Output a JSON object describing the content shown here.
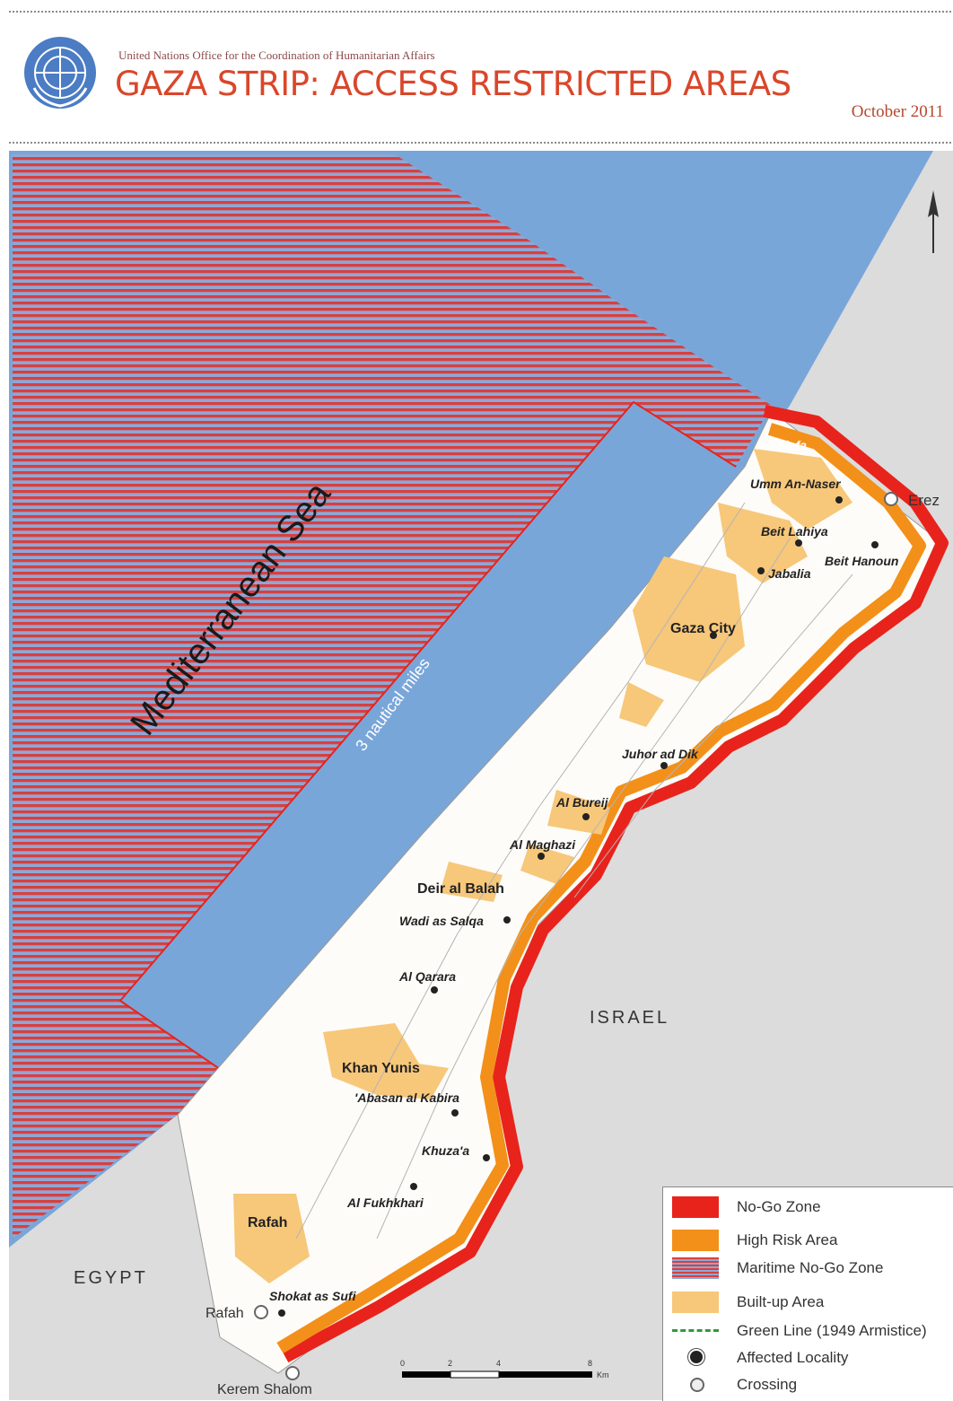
{
  "header": {
    "org": "United Nations Office for the Coordination of Humanitarian Affairs",
    "title": "GAZA STRIP: ACCESS RESTRICTED AREAS",
    "date": "October 2011"
  },
  "map": {
    "sea_label": "Mediterranean Sea",
    "nautical_label": "3 nautical miles",
    "countries": {
      "israel": "ISRAEL",
      "egypt": "EGYPT"
    },
    "crossings": {
      "erez": "Erez",
      "rafah": "Rafah",
      "kerem_shalom": "Kerem Shalom"
    },
    "localities": {
      "as_siafa": "As-Siafa",
      "umm_an_naser": "Umm An-Naser",
      "beit_lahiya": "Beit Lahiya",
      "beit_hanoun": "Beit Hanoun",
      "jabalia": "Jabalia",
      "gaza_city": "Gaza City",
      "juhor_ad_dik": "Juhor ad Dik",
      "al_bureij": "Al Bureij",
      "al_maghazi": "Al Maghazi",
      "deir_al_balah": "Deir al Balah",
      "wadi_as_salqa": "Wadi as Salqa",
      "al_qarara": "Al Qarara",
      "khan_yunis": "Khan Yunis",
      "abasan_al_kabira": "'Abasan al Kabira",
      "khuzaa": "Khuza'a",
      "al_fukhkhari": "Al Fukhkhari",
      "rafah_town": "Rafah",
      "shokat_as_sufi": "Shokat as Sufi"
    },
    "scale": {
      "ticks": [
        "0",
        "2",
        "4",
        "8"
      ],
      "unit": "Km"
    },
    "colors": {
      "sea": "#79a6d9",
      "land": "#dcdcdc",
      "no_go": "#e8231c",
      "high_risk": "#f39019",
      "built_up": "#f7c77a",
      "maritime_stripe": "#d8403e"
    }
  },
  "legend": {
    "items": [
      {
        "label": "No-Go Zone",
        "icon": "no-go-swatch"
      },
      {
        "label": "High Risk Area",
        "icon": "high-risk-swatch"
      },
      {
        "label": "Maritime No-Go Zone",
        "icon": "maritime-swatch"
      },
      {
        "label": "Built-up Area",
        "icon": "built-up-swatch"
      },
      {
        "label": "Green Line (1949 Armistice)",
        "icon": "green-line-icon"
      },
      {
        "label": "Affected Locality",
        "icon": "locality-dot-icon"
      },
      {
        "label": "Crossing",
        "icon": "crossing-icon"
      }
    ]
  }
}
